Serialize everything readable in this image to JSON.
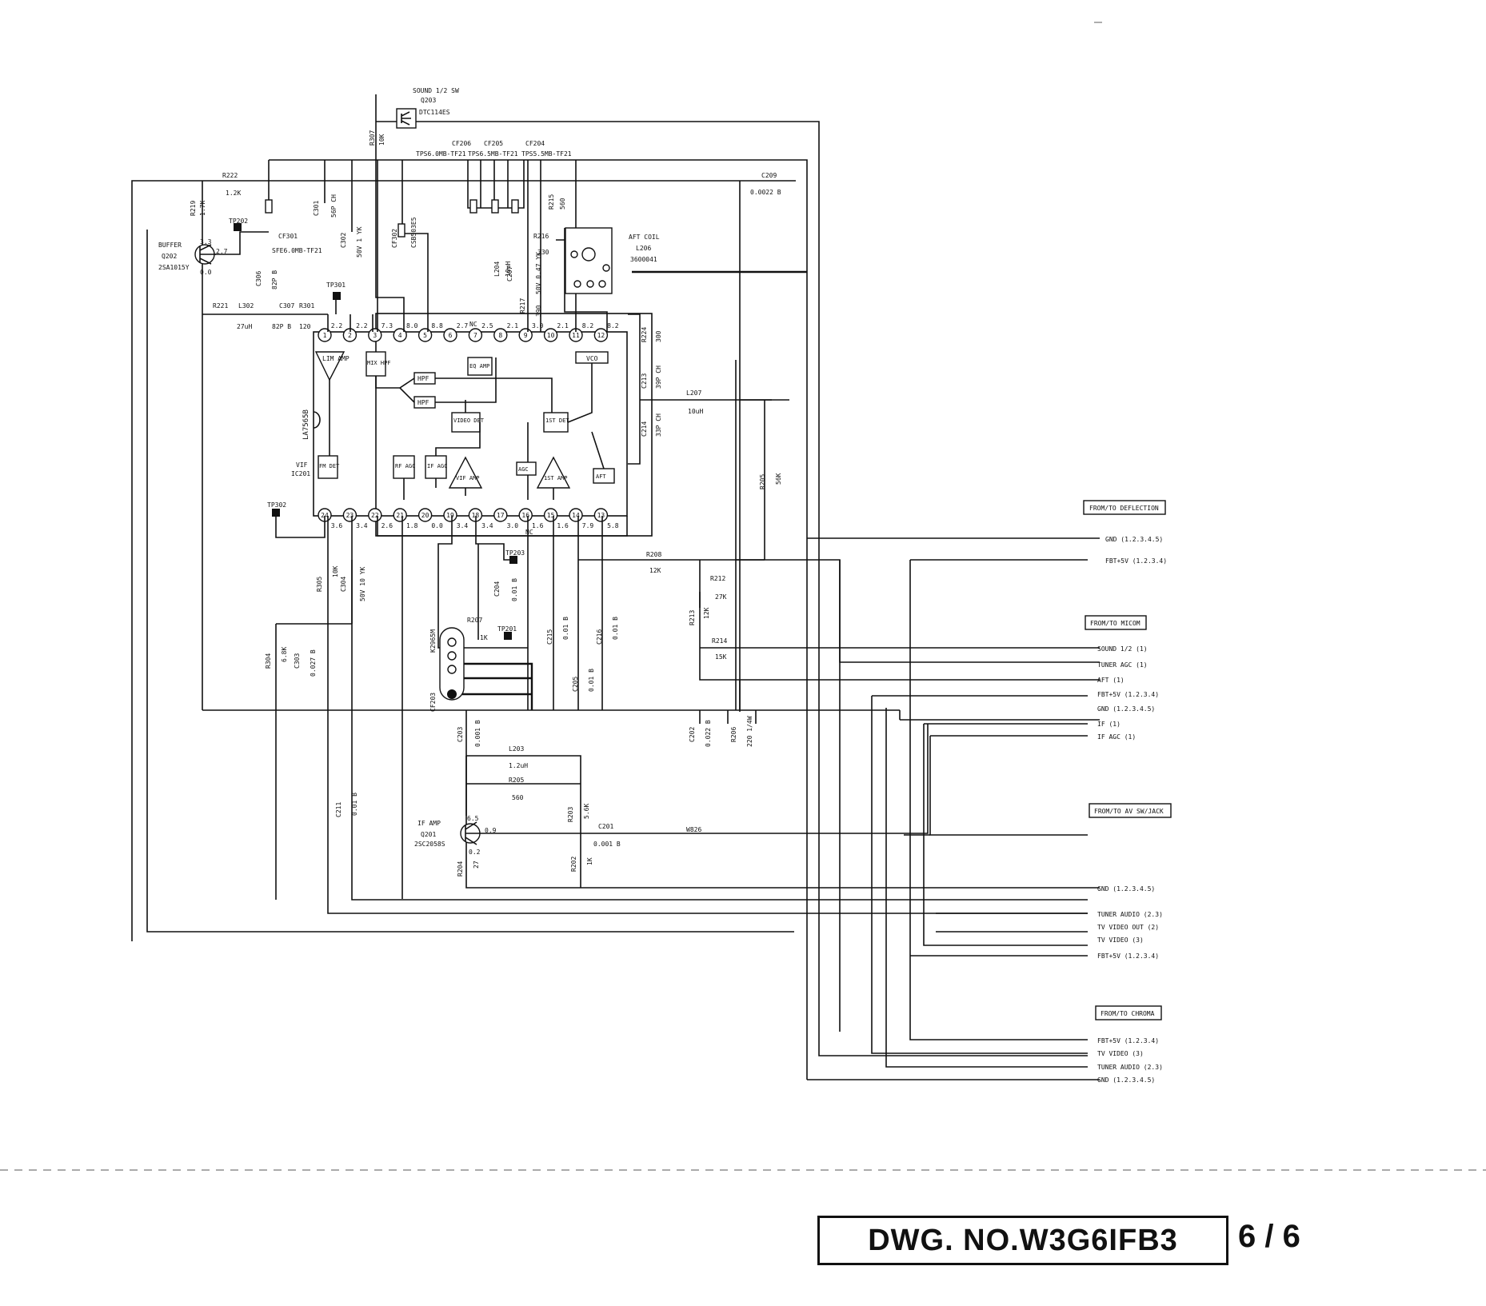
{
  "title_block": {
    "drawing_number": "DWG. NO.W3G6IFB3",
    "sheet": "6 / 6"
  },
  "ic": {
    "ref": "IC201",
    "part": "LA7565B",
    "label": "VIF",
    "top_pins": [
      "1",
      "2",
      "3",
      "4",
      "5",
      "6",
      "7",
      "8",
      "9",
      "10",
      "11",
      "12"
    ],
    "top_volts": [
      "2.2",
      "2.2",
      "7.3",
      "8.0",
      "8.8",
      "2.7",
      "2.5",
      "2.1",
      "3.0",
      "2.1",
      "8.2",
      "8.2"
    ],
    "bottom_pins": [
      "24",
      "23",
      "22",
      "21",
      "20",
      "19",
      "18",
      "17",
      "16",
      "15",
      "14",
      "13"
    ],
    "bottom_volts": [
      "3.6",
      "3.4",
      "2.6",
      "1.8",
      "0.0",
      "3.4",
      "3.4",
      "3.0",
      "1.6",
      "1.6",
      "7.9",
      "5.8"
    ],
    "blocks": [
      "LIM AMP",
      "MIX HPF",
      "EQ AMP",
      "VCO",
      "HPF",
      "HPF",
      "VIDEO DET",
      "1ST DET",
      "FM DET",
      "RF AGC",
      "IF AGC",
      "VIF AMP",
      "AGC",
      "1ST AMP",
      "AFT"
    ],
    "nc": [
      "NC",
      "NC"
    ]
  },
  "components": [
    "SOUND 1/2 SW",
    "Q203",
    "DTC114ES",
    "R307",
    "10K",
    "CF206",
    "CF205",
    "CF204",
    "TPS6.0MB-TF21",
    "TPS6.5MB-TF21",
    "TPS5.5MB-TF21",
    "R215",
    "560",
    "R222",
    "1.2K",
    "R219",
    "1.7K",
    "C301",
    "56P CH",
    "CF301",
    "SFE6.0MB-TF21",
    "C302",
    "50V 1 YK",
    "CF302",
    "CSB503E5",
    "R216",
    "330",
    "L204",
    "10uH",
    "C207",
    "50V 0.47 YK",
    "R217",
    "390",
    "AFT COIL",
    "L206",
    "3600041",
    "C209",
    "0.0022 B",
    "BUFFER",
    "Q202",
    "2SA1015Y",
    "3.3",
    "2.7",
    "0.0",
    "TP202",
    "C306",
    "82P B",
    "TP301",
    "R221",
    "L302",
    "C307",
    "R301",
    "27uH",
    "82P B",
    "120",
    "R224",
    "300",
    "C213",
    "39P CH",
    "L207",
    "10uH",
    "C214",
    "33P CH",
    "R205",
    "56K",
    "TP302",
    "R305",
    "10K",
    "C304",
    "50V 10 YK",
    "R304",
    "6.8K",
    "C303",
    "0.027 B",
    "TP203",
    "C204",
    "0.01 B",
    "R207",
    "1K",
    "TP201",
    "CF203",
    "K2965M",
    "C215",
    "0.01 B",
    "C216",
    "0.01 B",
    "C205",
    "0.01 B",
    "R208",
    "12K",
    "R212",
    "27K",
    "R213",
    "12K",
    "R214",
    "15K",
    "C203",
    "0.001 B",
    "L203",
    "1.2uH",
    "C202",
    "0.022 B",
    "R206",
    "220 1/4W",
    "R205",
    "560",
    "R203",
    "5.6K",
    "C211",
    "0.01 B",
    "IF AMP",
    "Q201",
    "2SC2058S",
    "6.5",
    "0.9",
    "0.2",
    "C201",
    "0.001 B",
    "W826",
    "R204",
    "27",
    "R202",
    "1K"
  ],
  "connectors": [
    {
      "title": "FROM/TO DEFLECTION",
      "lines": [
        "GND (1.2.3.4.5)",
        "FBT+5V (1.2.3.4)"
      ]
    },
    {
      "title": "FROM/TO MICOM",
      "lines": [
        "SOUND 1/2 (1)",
        "TUNER AGC (1)",
        "AFT (1)",
        "FBT+5V (1.2.3.4)",
        "GND (1.2.3.4.5)",
        "IF (1)",
        "IF AGC (1)"
      ]
    },
    {
      "title": "FROM/TO AV SW/JACK",
      "lines": [
        "GND (1.2.3.4.5)",
        "TUNER AUDIO (2.3)",
        "TV VIDEO OUT (2)",
        "TV VIDEO (3)",
        "FBT+5V (1.2.3.4)"
      ]
    },
    {
      "title": "FROM/TO CHROMA",
      "lines": [
        "FBT+5V (1.2.3.4)",
        "TV VIDEO (3)",
        "TUNER AUDIO (2.3)",
        "GND (1.2.3.4.5)"
      ]
    }
  ]
}
